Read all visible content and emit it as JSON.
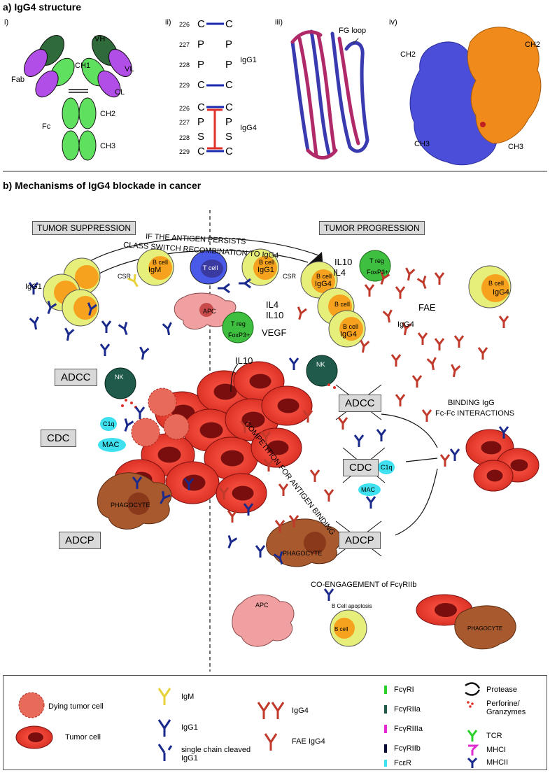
{
  "section_a": {
    "title": "a) IgG4 structure",
    "panels": [
      "i)",
      "ii)",
      "iii)",
      "iv)"
    ],
    "i": {
      "VH": "VH",
      "VL": "VL",
      "CH1": "CH1",
      "CL": "CL",
      "Fab": "Fab",
      "Fc": "Fc",
      "CH2": "CH2",
      "CH3": "CH3"
    },
    "ii": {
      "igg1": "IgG1",
      "igg4": "IgG4",
      "positions": [
        "226",
        "227",
        "228",
        "229"
      ],
      "igg1_residues": [
        "C",
        "P",
        "P",
        "C"
      ],
      "igg4_residues": [
        "C",
        "P",
        "S",
        "C"
      ]
    },
    "iii": {
      "fg_loop": "FG loop"
    },
    "iv": {
      "ch2_left": "CH2",
      "ch2_right": "CH2",
      "ch3_left": "CH3",
      "ch3_right": "CH3"
    }
  },
  "section_b": {
    "title": "b) Mechanisms of IgG4 blockade in cancer",
    "tumor_suppression": "TUMOR SUPPRESSION",
    "tumor_progression": "TUMOR PROGRESSION",
    "arc1": "IF THE ANTIGEN PERSISTS",
    "arc2": "CLASS SWITCH RECOMBINATION TO IgG4",
    "igg1_label": "IgG1",
    "csr": "CSR",
    "bcell": "B cell",
    "igm": "IgM",
    "igg1": "IgG1",
    "igg4": "IgG4",
    "tcell": "T cell",
    "apc": "APC",
    "treg": "T reg",
    "foxp3": "FoxP3+",
    "il10": "IL10",
    "il4": "IL4",
    "vegf": "VEGF",
    "fae": "FAE",
    "adcc": "ADCC",
    "cdc": "CDC",
    "adcp": "ADCP",
    "nk": "NK",
    "c1q": "C1q",
    "mac": "MAC",
    "phagocyte": "PHAGOCYTE",
    "competition": "COMPETITION FOR ANTIGEN BINDING",
    "binding1": "BINDING IgG",
    "binding2": "Fc-Fc INTERACTIONS",
    "coengagement": "CO-ENGAGEMENT of FcγRIIb",
    "bcell_apoptosis": "B Cell apoptosis"
  },
  "legend": {
    "dying": "Dying tumor cell",
    "tumor": "Tumor cell",
    "igm": "IgM",
    "igg1": "IgG1",
    "single_chain": "single chain cleaved IgG1",
    "igg4": "IgG4",
    "fae_igg4": "FAE IgG4",
    "fcgr1": "FcγRI",
    "fcgr2a": "FcγRIIa",
    "fcgr3a": "FcγRIIIa",
    "fcgr2b": "FcγRIIb",
    "fcer": "FcεR",
    "protease": "Protease",
    "perforine": "Perforine/ Granzymes",
    "tcr": "TCR",
    "mhci": "MHCI",
    "mhcii": "MHCII"
  },
  "colors": {
    "igg1": "#1a2a8c",
    "igg4": "#c0392b",
    "igm": "#e8d23a",
    "tumor": "#e8352e",
    "tumor_dark": "#7a0d0d",
    "bcell_outer": "#e6ef7a",
    "bcell_inner": "#f6a21e",
    "treg": "#3fbf3f",
    "nk": "#1f5a4a",
    "phagocyte": "#a85a2e",
    "c1q": "#3fe0f0",
    "fcgr1": "#2bd02b",
    "fcgr2a": "#1f5a4a",
    "fcgr3a": "#e02bd0",
    "fcgr2b": "#0a0a3a",
    "fcer": "#3fe0f0",
    "heavy": "#2f6b3a",
    "light": "#a845d8",
    "constant": "#5fe05f",
    "blue_prot": "#3b44b8",
    "orange_prot": "#e88a1a"
  }
}
